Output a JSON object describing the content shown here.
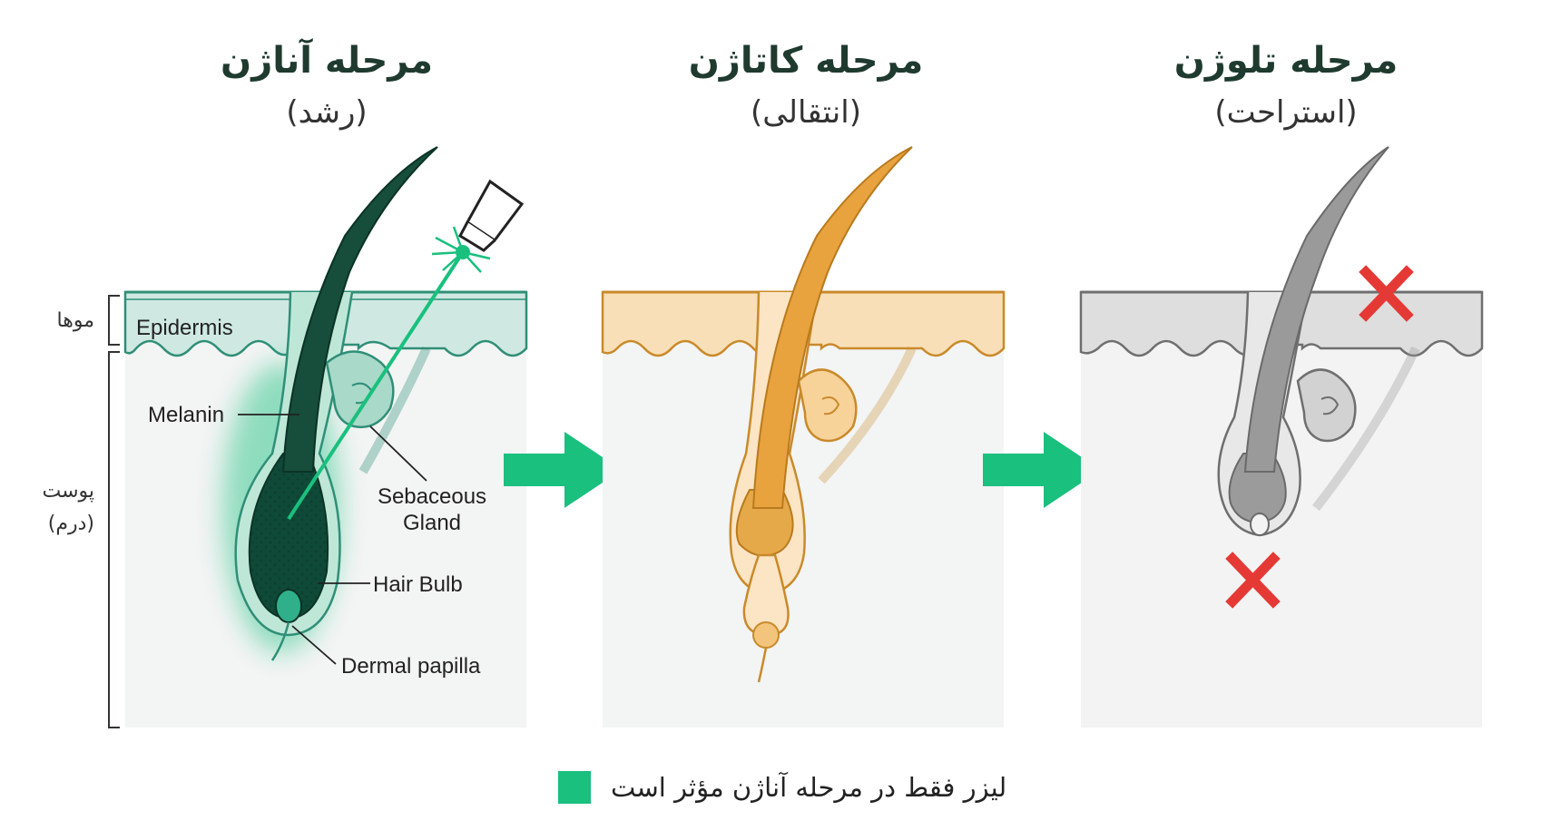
{
  "stages": [
    {
      "title": "مرحله آناژن",
      "subtitle": "(رشد)",
      "color": "#19c07e"
    },
    {
      "title": "مرحله کاتاژن",
      "subtitle": "(انتقالی)",
      "color": "#e0a040"
    },
    {
      "title": "مرحله تلوژن",
      "subtitle": "(استراحت)",
      "color": "#8c8c8c"
    }
  ],
  "side_labels": {
    "top": "موها",
    "bottom_line1": "پوست",
    "bottom_line2": "(درم)"
  },
  "anatomy_labels": {
    "epidermis": "Epidermis",
    "melanin": "Melanin",
    "sebaceous_line1": "Sebaceous",
    "sebaceous_line2": "Gland",
    "hair_bulb": "Hair Bulb",
    "dermal_papilla": "Dermal papilla"
  },
  "legend": {
    "text": "لیزر فقط در مرحله آناژن مؤثر است",
    "color": "#19c07e"
  },
  "icons": [
    "laser-handpiece-icon",
    "arrow-right-icon",
    "x-mark-icon"
  ]
}
